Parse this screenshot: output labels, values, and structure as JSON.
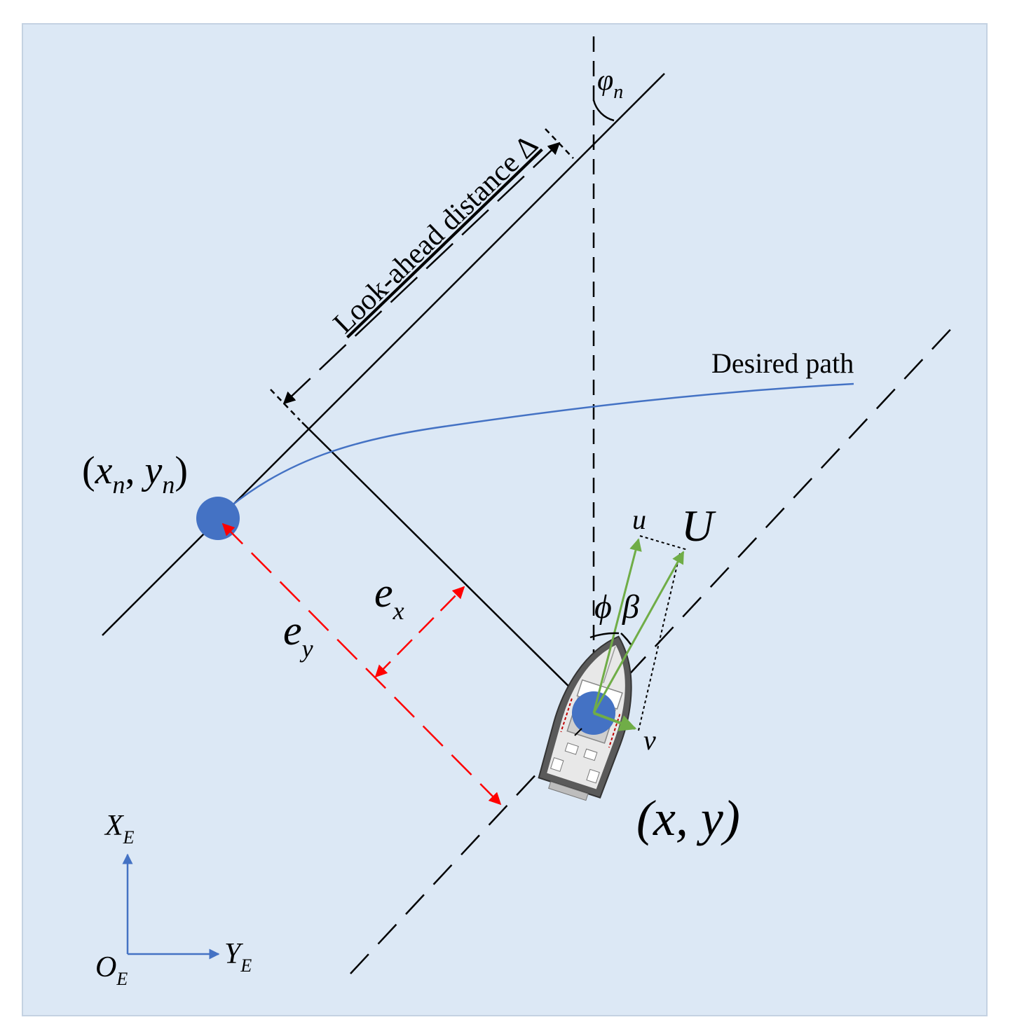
{
  "colors": {
    "background": "#ffffff",
    "panel_fill": "#dce8f5",
    "panel_stroke": "#c4d2e2",
    "line": "#000000",
    "path": "#4472c4",
    "waypoint": "#4472c4",
    "error_arrow": "#ff0000",
    "velocity": "#70ad47",
    "axis": "#4472c4",
    "boat_hull": "#5a5a5a",
    "boat_deck": "#e8e8e8"
  },
  "labels": {
    "lookahead_text": "Look-ahead distance ",
    "lookahead_symbol": "Δ",
    "desired_path": "Desired path",
    "waypoint_open": "(",
    "waypoint_x": "x",
    "waypoint_x_sub": "n",
    "waypoint_comma": ", ",
    "waypoint_y": "y",
    "waypoint_y_sub": "n",
    "waypoint_close": ")",
    "vehicle_pos": "(x, y)",
    "phi_n": "φ",
    "phi_n_sub": "n",
    "e_x": "e",
    "e_x_sub": "x",
    "e_y": "e",
    "e_y_sub": "y",
    "surge": "u",
    "sway": "v",
    "total_speed": "U",
    "heading": "ϕ",
    "sideslip": "β",
    "axis_x": "X",
    "axis_x_sub": "E",
    "axis_y": "Y",
    "axis_y_sub": "E",
    "origin": "O",
    "origin_sub": "E"
  },
  "icons": {
    "vehicle": "boat-icon",
    "waypoint": "waypoint-dot-icon",
    "vehicle_center": "vehicle-center-dot-icon"
  }
}
